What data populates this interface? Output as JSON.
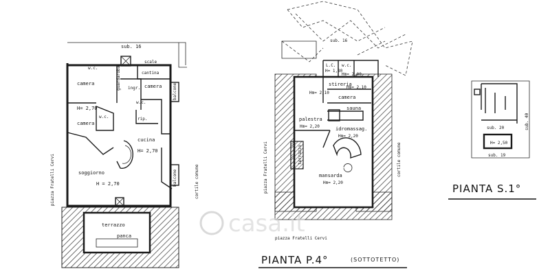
{
  "plan_left": {
    "sub": "sub. 16",
    "wc1": "w.c.",
    "scale": "scale",
    "cantina": "cantina",
    "camera1": "camera",
    "guardaroba": "guardaroba",
    "ingr": "ingr.",
    "camera2": "camera",
    "balcone1": "balcone",
    "h1": "H= 2,70",
    "wc2": "w.c.",
    "wc3": "w.c.",
    "rip": "rip.",
    "camera3": "camera",
    "cucina": "cucina",
    "h2": "H= 2,70",
    "soggiorno": "soggiorno",
    "h3": "H = 2,70",
    "balcone2": "balcone",
    "terrazzo": "terrazzo",
    "panca": "panca",
    "piazza": "piazza   Fratelli   Cervi",
    "cortile": "cortile   comune"
  },
  "plan_mid": {
    "sub": "sub. 16",
    "lc": "L.C.",
    "h180": "H= 1,80",
    "wc": "w.c.",
    "h200": "Hm= 2,00",
    "stireria": "stireria",
    "h210a": "Hm= 2,10",
    "h210b": "Hm= 2,10",
    "camera": "camera",
    "sauna": "sauna",
    "palestra": "palestra",
    "h220a": "Hm= 2,20",
    "idromassag": "idromassag.",
    "h220b": "Hm= 2,20",
    "terrazzo": "terrazzo",
    "mansarda": "mansarda",
    "h220c": "Hm= 2,20",
    "piazza_side": "piazza   Fratelli   Cervi",
    "piazza_bottom": "piazza   Fratelli   Cervi",
    "cortile": "cortile   comune",
    "title": "PIANTA P.4°",
    "subtitle": "(SOTTOTETTO)"
  },
  "plan_right": {
    "sub20": "sub. 20",
    "h250": "H= 2,50",
    "sub19": "sub. 19",
    "sub40": "sub. 40",
    "title": "PIANTA S.1°"
  },
  "watermark": "casa.it"
}
